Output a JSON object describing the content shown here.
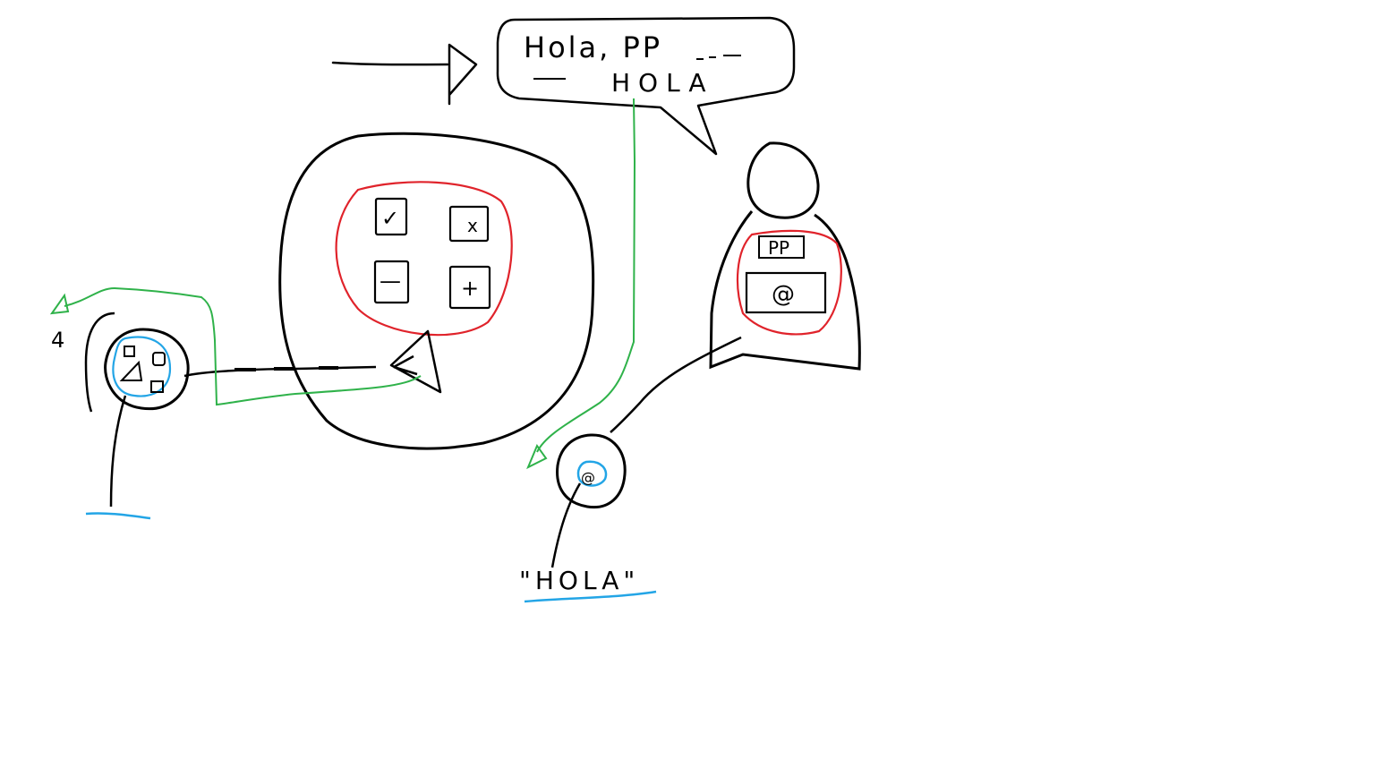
{
  "colors": {
    "ink": "#000000",
    "red": "#e0232b",
    "green": "#2fb24a",
    "blue": "#23a5e6",
    "background": "#ffffff"
  },
  "speech_bubble": {
    "line1": "Hola, PP",
    "line2": "HOLA"
  },
  "big_circle": {
    "buttons": [
      {
        "symbol": "✓",
        "icon": "check-icon"
      },
      {
        "symbol": "x",
        "icon": "close-icon"
      },
      {
        "symbol": "—",
        "icon": "minus-icon"
      },
      {
        "symbol": "+",
        "icon": "plus-icon"
      }
    ]
  },
  "person": {
    "name_badge": "PP",
    "contact_symbol": "@"
  },
  "small_dial": {
    "side_glyph": "4"
  },
  "at_node": {
    "symbol": "@",
    "quote_label": "\"HOLA\""
  }
}
